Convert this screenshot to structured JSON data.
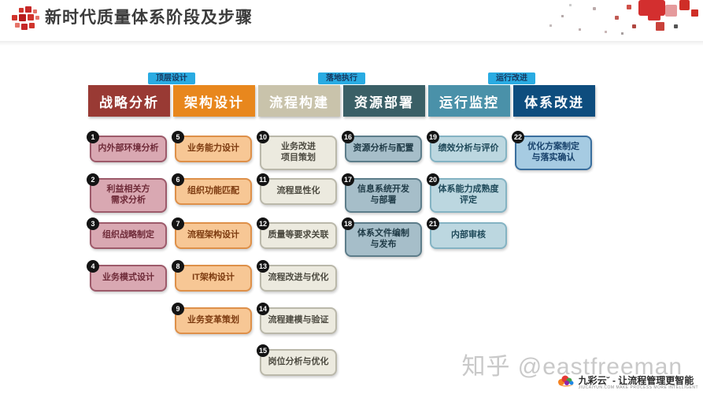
{
  "page": {
    "title": "新时代质量体系阶段及步骤",
    "watermark": "知乎 @eastfreeman"
  },
  "footer": {
    "brand_line": "九彩云˘ - 让流程管理更智能",
    "sub_line": "JIUCAIYUN.COM    MAKE PROCESS MORE INTELLIGENT"
  },
  "ui": {
    "tag_bg": "#29abe2",
    "tag_text": "#17375e",
    "badge_bg": "#141414"
  },
  "phases": [
    {
      "label": "顶层设计",
      "after": 0
    },
    {
      "label": "落地执行",
      "after": 2
    },
    {
      "label": "运行改进",
      "after": 4
    }
  ],
  "columns": [
    {
      "id": "strategy-analysis",
      "header": "战略分析",
      "header_color": "#993a34",
      "box_fill": "#d9a8b2",
      "box_border": "#9d5a6a",
      "box_text": "#6f2b39",
      "items": [
        {
          "num": "1",
          "label": "内外部环境分析",
          "row": 0,
          "lines": 1
        },
        {
          "num": "2",
          "label": "利益相关方\n需求分析",
          "row": 1,
          "lines": 2
        },
        {
          "num": "3",
          "label": "组织战略制定",
          "row": 2,
          "lines": 1
        },
        {
          "num": "4",
          "label": "业务模式设计",
          "row": 3,
          "lines": 1
        }
      ]
    },
    {
      "id": "architecture-design",
      "header": "架构设计",
      "header_color": "#e8871d",
      "box_fill": "#f7c795",
      "box_border": "#de9049",
      "box_text": "#7d3b10",
      "items": [
        {
          "num": "5",
          "label": "业务能力设计",
          "row": 0,
          "lines": 1
        },
        {
          "num": "6",
          "label": "组织功能匹配",
          "row": 1,
          "lines": 1
        },
        {
          "num": "7",
          "label": "流程架构设计",
          "row": 2,
          "lines": 1
        },
        {
          "num": "8",
          "label": "IT架构设计",
          "row": 3,
          "lines": 1
        },
        {
          "num": "9",
          "label": "业务变革策划",
          "row": 4,
          "lines": 1
        }
      ]
    },
    {
      "id": "process-construction",
      "header": "流程构建",
      "header_color": "#c9c3ab",
      "box_fill": "#eceadf",
      "box_border": "#bab8aa",
      "box_text": "#4c4a40",
      "items": [
        {
          "num": "10",
          "label": "业务改进\n项目策划",
          "row": 0,
          "lines": 2
        },
        {
          "num": "11",
          "label": "流程显性化",
          "row": 1,
          "lines": 1
        },
        {
          "num": "12",
          "label": "质量等要求关联",
          "row": 2,
          "lines": 1
        },
        {
          "num": "13",
          "label": "流程改进与优化",
          "row": 3,
          "lines": 1
        },
        {
          "num": "14",
          "label": "流程建模与验证",
          "row": 4,
          "lines": 1
        },
        {
          "num": "15",
          "label": "岗位分析与优化",
          "row": 5,
          "lines": 1
        }
      ]
    },
    {
      "id": "resource-deployment",
      "header": "资源部署",
      "header_color": "#3a5f66",
      "box_fill": "#a6bec9",
      "box_border": "#5d7d8a",
      "box_text": "#1f3a46",
      "items": [
        {
          "num": "16",
          "label": "资源分析与配置",
          "row": 0,
          "lines": 1
        },
        {
          "num": "17",
          "label": "信息系统开发\n与部署",
          "row": 1,
          "lines": 2
        },
        {
          "num": "18",
          "label": "体系文件编制\n与发布",
          "row": 2,
          "lines": 2
        }
      ]
    },
    {
      "id": "operation-monitoring",
      "header": "运行监控",
      "header_color": "#4a91a9",
      "box_fill": "#bcd7e0",
      "box_border": "#84b3c3",
      "box_text": "#1f4a5a",
      "items": [
        {
          "num": "19",
          "label": "绩效分析与评价",
          "row": 0,
          "lines": 1
        },
        {
          "num": "20",
          "label": "体系能力成熟度\n评定",
          "row": 1,
          "lines": 2
        },
        {
          "num": "21",
          "label": "内部审核",
          "row": 2,
          "lines": 1
        }
      ]
    },
    {
      "id": "system-improvement",
      "header": "体系改进",
      "header_color": "#0e4d7e",
      "box_fill": "#a6cbe2",
      "box_border": "#3a6f9e",
      "box_text": "#17416b",
      "items": [
        {
          "num": "22",
          "label": "优化方案制定\n与落实确认",
          "row": 0,
          "lines": 2
        }
      ]
    }
  ]
}
